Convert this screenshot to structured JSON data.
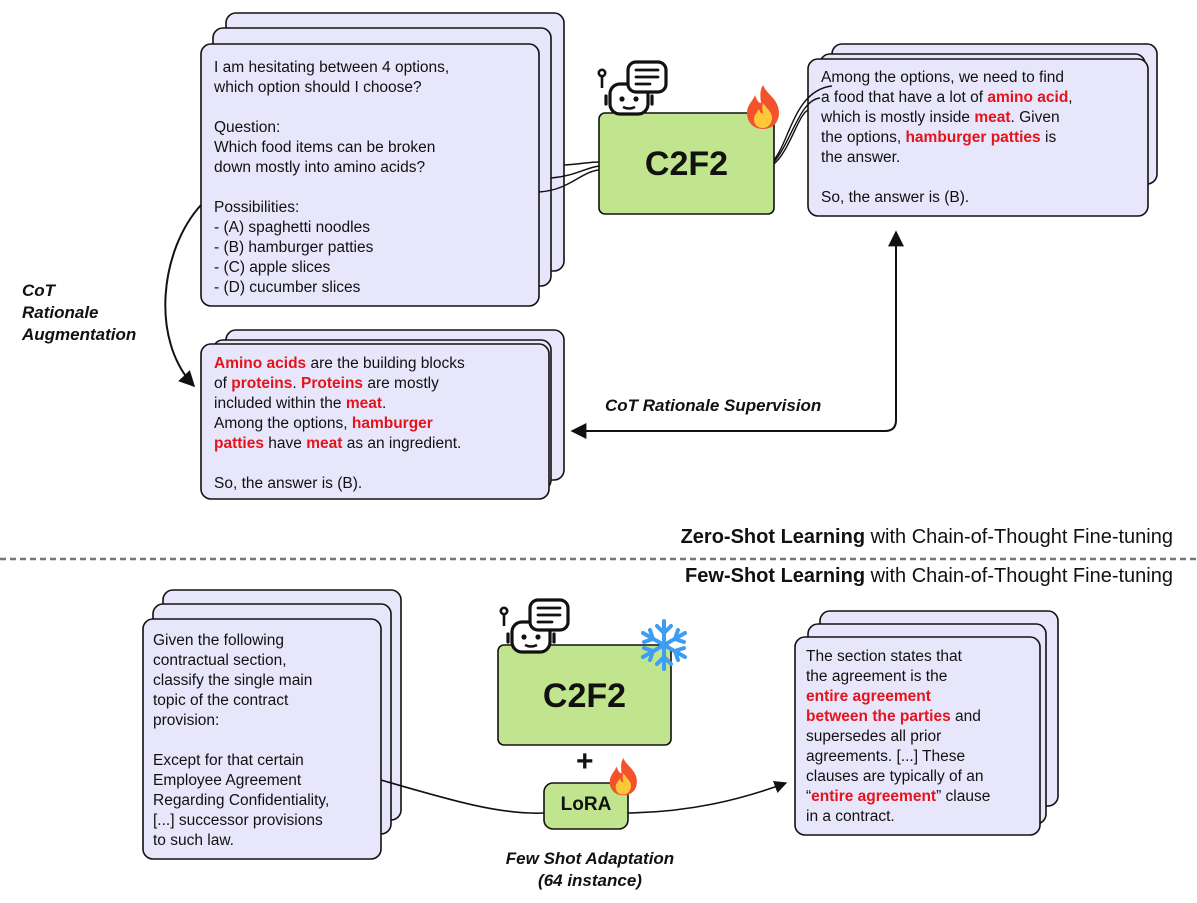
{
  "zero_shot": {
    "input_lines": [
      "I am hesitating between 4 options,",
      "which option should I choose?",
      "",
      "Question:",
      "Which food items can be broken",
      "down mostly into amino acids?",
      "",
      "Possibilities:",
      "- (A) spaghetti noodles",
      "- (B) hamburger patties",
      "- (C) apple slices",
      "- (D) cucumber slices"
    ],
    "model_label": "C2F2",
    "output_segments": [
      [
        {
          "t": "Among the options, we need to find"
        }
      ],
      [
        {
          "t": "a food that have a lot of "
        },
        {
          "t": "amino acid",
          "h": true
        },
        {
          "t": ","
        }
      ],
      [
        {
          "t": "which is mostly inside "
        },
        {
          "t": "meat",
          "h": true
        },
        {
          "t": ". Given"
        }
      ],
      [
        {
          "t": "the options, "
        },
        {
          "t": "hamburger patties",
          "h": true
        },
        {
          "t": " is"
        }
      ],
      [
        {
          "t": "the answer."
        }
      ],
      [
        {
          "t": ""
        }
      ],
      [
        {
          "t": "So, the answer is (B)."
        }
      ]
    ],
    "rationale_segments": [
      [
        {
          "t": "Amino acids",
          "h": true
        },
        {
          "t": " are the building blocks"
        }
      ],
      [
        {
          "t": "of "
        },
        {
          "t": "proteins",
          "h": true
        },
        {
          "t": ". "
        },
        {
          "t": "Proteins",
          "h": true
        },
        {
          "t": " are mostly"
        }
      ],
      [
        {
          "t": "included within the "
        },
        {
          "t": "meat",
          "h": true
        },
        {
          "t": "."
        }
      ],
      [
        {
          "t": "Among the options, "
        },
        {
          "t": "hamburger",
          "h": true
        }
      ],
      [
        {
          "t": "patties",
          "h": true
        },
        {
          "t": " have "
        },
        {
          "t": "meat",
          "h": true
        },
        {
          "t": " as an ingredient."
        }
      ],
      [
        {
          "t": ""
        }
      ],
      [
        {
          "t": "So, the answer is (B)."
        }
      ]
    ],
    "augmentation_label": [
      "CoT",
      "Rationale",
      "Augmentation"
    ],
    "supervision_label": "CoT Rationale Supervision",
    "section_title_bold": "Zero-Shot Learning",
    "section_title_rest": " with Chain-of-Thought Fine-tuning"
  },
  "few_shot": {
    "section_title_bold": "Few-Shot Learning",
    "section_title_rest": " with Chain-of-Thought Fine-tuning",
    "input_lines": [
      "Given the following",
      "contractual section,",
      "classify the single main",
      "topic of the contract",
      "provision:",
      "",
      "Except for that certain",
      "Employee Agreement",
      "Regarding Confidentiality,",
      "[...] successor provisions",
      "to such law."
    ],
    "model_label": "C2F2",
    "plus": "+",
    "lora_label": "LoRA",
    "output_segments": [
      [
        {
          "t": "The section states that"
        }
      ],
      [
        {
          "t": "the agreement is the"
        }
      ],
      [
        {
          "t": "entire agreement",
          "h": true
        }
      ],
      [
        {
          "t": "between the parties",
          "h": true
        },
        {
          "t": " and"
        }
      ],
      [
        {
          "t": "supersedes all prior"
        }
      ],
      [
        {
          "t": "agreements. [...] These"
        }
      ],
      [
        {
          "t": "clauses are typically of an"
        }
      ],
      [
        {
          "t": "“"
        },
        {
          "t": "entire agreement",
          "h": true
        },
        {
          "t": "” clause"
        }
      ],
      [
        {
          "t": "in a contract."
        }
      ]
    ],
    "adaptation_label_line1": "Few Shot Adaptation",
    "adaptation_label_line2": "(64 instance)"
  },
  "icons": [
    "robot-icon",
    "fire-icon",
    "snowflake-icon"
  ],
  "colors": {
    "card_fill": "#e8e6fb",
    "model_fill": "#c1e58e",
    "highlight": "#e3141b",
    "fire_outer": "#f4522d",
    "fire_inner": "#ffc83a",
    "snowflake": "#3d9df3"
  }
}
